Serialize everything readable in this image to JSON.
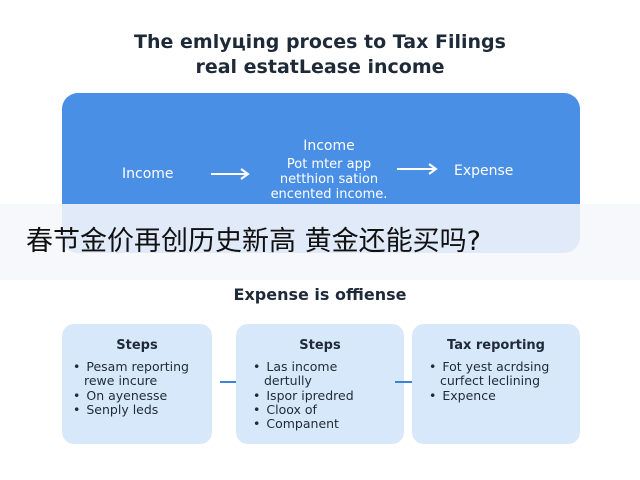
{
  "header": {
    "title_line1": "The emlyцing proces to Tax Filings",
    "title_line2": "real estatLease income"
  },
  "flow": {
    "income_label": "Income",
    "center_heading": "Income",
    "center_lines": [
      "Pot mter app",
      "netthion sation",
      "encented income."
    ],
    "expense_label": "Expense",
    "colors": {
      "panel": "#4a8fe6",
      "text": "#ffffff"
    }
  },
  "overlay": {
    "text": "春节金价再创历史新高 黄金还能买吗?"
  },
  "subheading": "Expense is offiense",
  "steps": [
    {
      "title": "Steps",
      "items": [
        {
          "text": "Pesam reporting",
          "bullet": true
        },
        {
          "text": "rewe incure",
          "bullet": false
        },
        {
          "text": "On ayenesse",
          "bullet": true
        },
        {
          "text": "Senply leds",
          "bullet": true
        }
      ]
    },
    {
      "title": "Steps",
      "items": [
        {
          "text": "Las income",
          "bullet": true
        },
        {
          "text": "dertully",
          "bullet": false
        },
        {
          "text": "Ispor ipredred",
          "bullet": true
        },
        {
          "text": "Cloox of",
          "bullet": true
        },
        {
          "text": "Companent",
          "bullet": true
        }
      ]
    },
    {
      "title": "Tax reporting",
      "items": [
        {
          "text": "Fot yest acrdsing",
          "bullet": true
        },
        {
          "text": "curfect leclining",
          "bullet": false
        },
        {
          "text": "Expence",
          "bullet": true
        }
      ]
    }
  ],
  "colors": {
    "card_bg": "#d8e8fb",
    "arrow": "#3b82d9",
    "title_text": "#1e2a38"
  },
  "icons": [
    "arrow-right-icon"
  ]
}
